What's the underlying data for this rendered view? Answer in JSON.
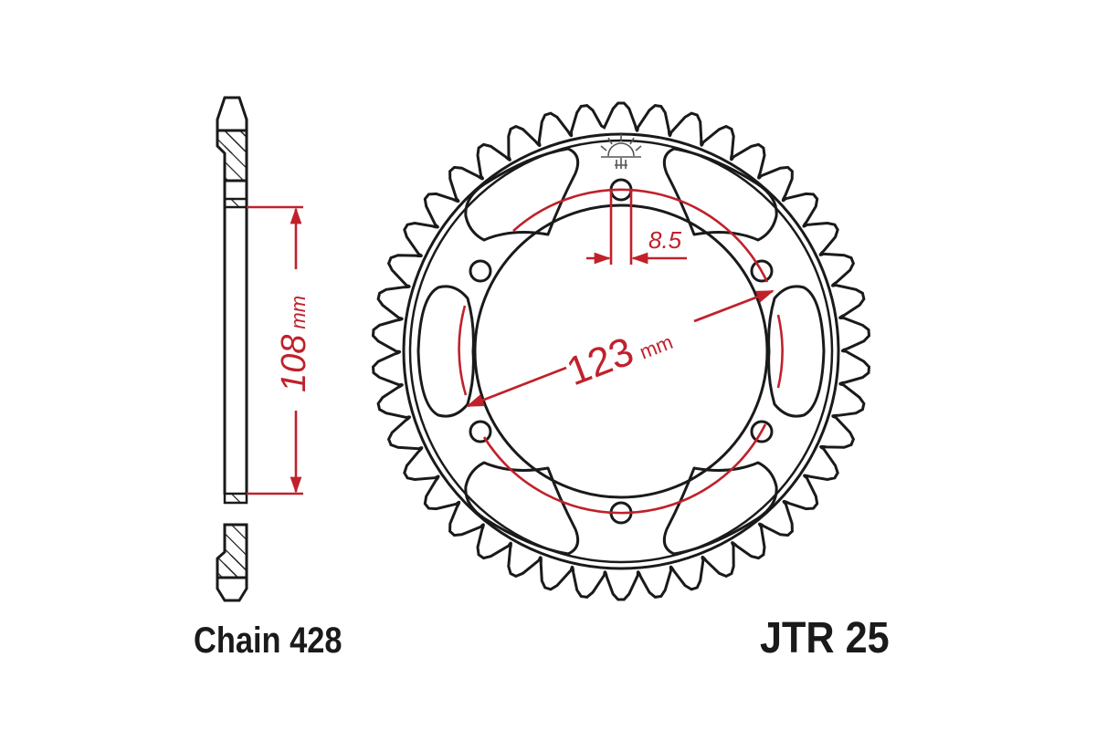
{
  "labels": {
    "chain": "Chain 428",
    "part_number": "JTR 25"
  },
  "dimensions": {
    "mounting_bore": {
      "value": "108",
      "unit": "mm"
    },
    "pcd": {
      "value": "123",
      "unit": "mm"
    },
    "bolt_hole": {
      "value": "8.5"
    }
  },
  "colors": {
    "line": "#1a1a1a",
    "dimension": "#c0212b",
    "background": "#ffffff"
  },
  "icons": {
    "logo": "sun-mark-icon"
  }
}
